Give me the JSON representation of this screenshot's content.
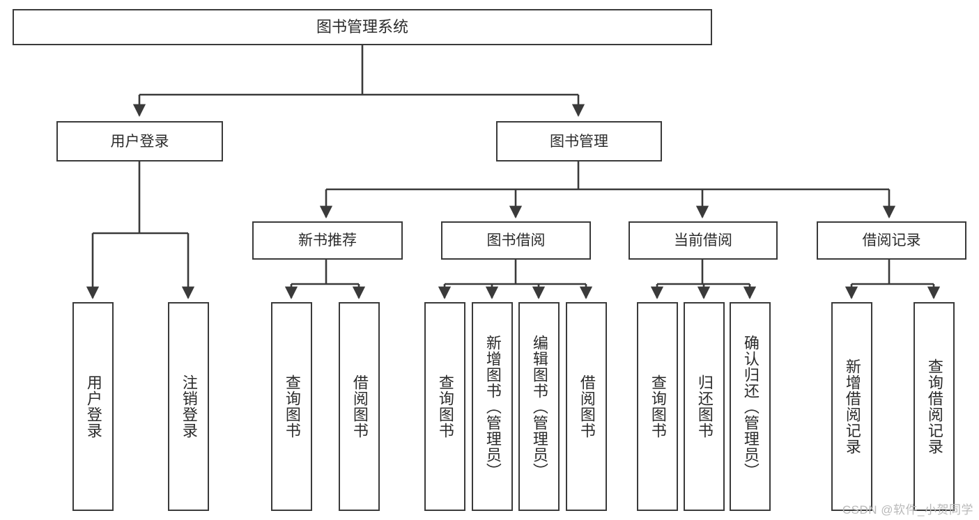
{
  "diagram": {
    "title": "图书管理系统",
    "watermark": "CSDN @软件_小贺同学",
    "colors": {
      "border": "#3a3a3a",
      "background": "#ffffff",
      "text": "#2b2b2b",
      "watermark": "#b9b9b9"
    },
    "root": {
      "label": "图书管理系统"
    },
    "level2": [
      {
        "label": "用户登录"
      },
      {
        "label": "图书管理"
      }
    ],
    "level3": [
      {
        "label": "新书推荐"
      },
      {
        "label": "图书借阅"
      },
      {
        "label": "当前借阅"
      },
      {
        "label": "借阅记录"
      }
    ],
    "leaves": {
      "user_login": [
        {
          "label": "用户登录"
        },
        {
          "label": "注销登录"
        }
      ],
      "new_book": [
        {
          "label": "查询图书"
        },
        {
          "label": "借阅图书"
        }
      ],
      "book_borrow": [
        {
          "label": "查询图书"
        },
        {
          "label": "新增图书（管理员）"
        },
        {
          "label": "编辑图书（管理员）"
        },
        {
          "label": "借阅图书"
        }
      ],
      "current_borrow": [
        {
          "label": "查询图书"
        },
        {
          "label": "归还图书"
        },
        {
          "label": "确认归还（管理员）"
        }
      ],
      "borrow_record": [
        {
          "label": "新增借阅记录"
        },
        {
          "label": "查询借阅记录"
        }
      ]
    }
  }
}
